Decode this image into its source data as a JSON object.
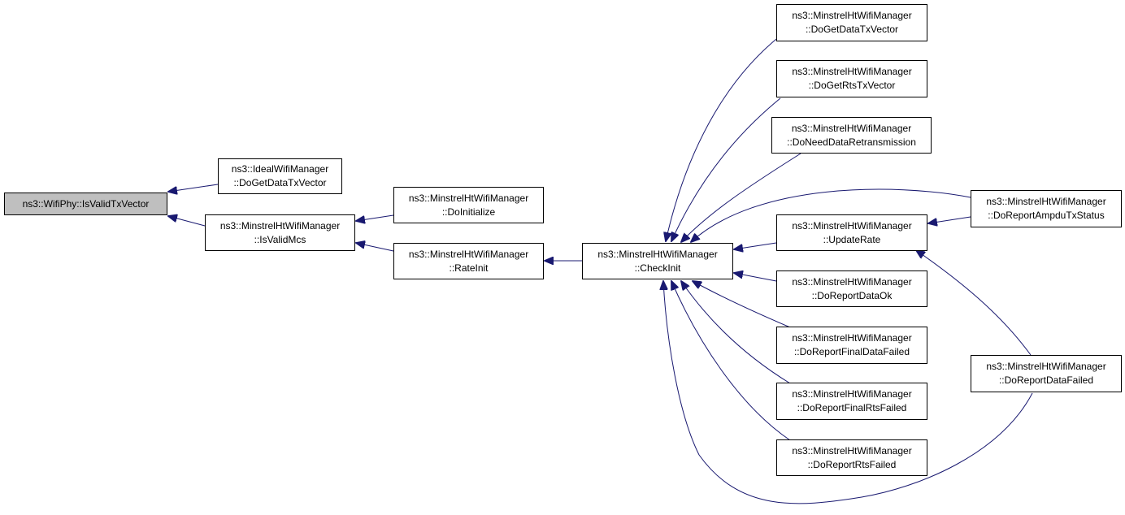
{
  "graph": {
    "root": {
      "label": "ns3::WifiPhy::IsValidTxVector"
    },
    "nodes": {
      "ideal_dogetdatatxvector": {
        "line1": "ns3::IdealWifiManager",
        "line2": "::DoGetDataTxVector"
      },
      "isvalidmcs": {
        "line1": "ns3::MinstrelHtWifiManager",
        "line2": "::IsValidMcs"
      },
      "doinitialize": {
        "line1": "ns3::MinstrelHtWifiManager",
        "line2": "::DoInitialize"
      },
      "rateinit": {
        "line1": "ns3::MinstrelHtWifiManager",
        "line2": "::RateInit"
      },
      "checkinit": {
        "line1": "ns3::MinstrelHtWifiManager",
        "line2": "::CheckInit"
      },
      "dogetdatatxvector": {
        "line1": "ns3::MinstrelHtWifiManager",
        "line2": "::DoGetDataTxVector"
      },
      "dogetrtstxvector": {
        "line1": "ns3::MinstrelHtWifiManager",
        "line2": "::DoGetRtsTxVector"
      },
      "doneeddataretransmission": {
        "line1": "ns3::MinstrelHtWifiManager",
        "line2": "::DoNeedDataRetransmission"
      },
      "updaterate": {
        "line1": "ns3::MinstrelHtWifiManager",
        "line2": "::UpdateRate"
      },
      "doreportdataok": {
        "line1": "ns3::MinstrelHtWifiManager",
        "line2": "::DoReportDataOk"
      },
      "doreportfinaldatafailed": {
        "line1": "ns3::MinstrelHtWifiManager",
        "line2": "::DoReportFinalDataFailed"
      },
      "doreportfinalrtsfailed": {
        "line1": "ns3::MinstrelHtWifiManager",
        "line2": "::DoReportFinalRtsFailed"
      },
      "doreportrtsfailed": {
        "line1": "ns3::MinstrelHtWifiManager",
        "line2": "::DoReportRtsFailed"
      },
      "doreportampdutxstatus": {
        "line1": "ns3::MinstrelHtWifiManager",
        "line2": "::DoReportAmpduTxStatus"
      },
      "doreportdatafailed": {
        "line1": "ns3::MinstrelHtWifiManager",
        "line2": "::DoReportDataFailed"
      }
    },
    "colors": {
      "edge": "#191970",
      "root_fill": "#bfbfbf",
      "node_border": "#000000"
    }
  }
}
